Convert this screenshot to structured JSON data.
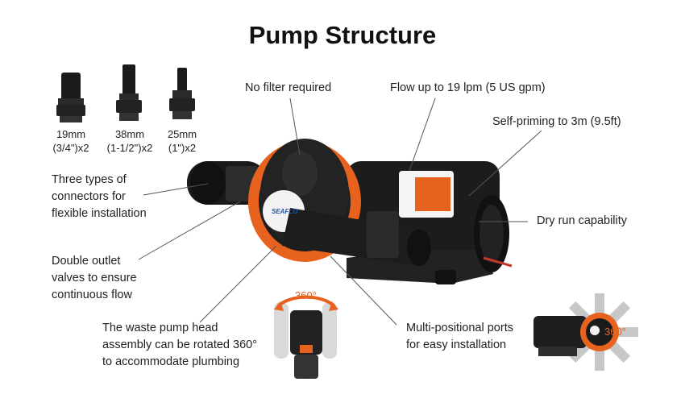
{
  "title": "Pump Structure",
  "connectors": [
    {
      "size": "19mm",
      "spec": "(3/4\")x2"
    },
    {
      "size": "38mm",
      "spec": "(1-1/2\")x2"
    },
    {
      "size": "25mm",
      "spec": "(1\")x2"
    }
  ],
  "callouts": {
    "no_filter": "No filter required",
    "flow": "Flow up to 19 lpm (5 US gpm)",
    "self_priming": "Self-priming to 3m (9.5ft)",
    "dry_run": "Dry run capability",
    "connector_types": [
      "Three types of",
      "connectors for",
      "flexible installation"
    ],
    "double_outlet": [
      "Double outlet",
      "valves to ensure",
      "continuous flow"
    ],
    "head_rotation": [
      "The waste pump head",
      "assembly can be rotated 360°",
      "to accommodate plumbing"
    ],
    "multi_ports": [
      "Multi-positional ports",
      "for easy installation"
    ]
  },
  "rotation_badge": "360°",
  "brand_logo": "SEAFLO",
  "colors": {
    "accent": "#e8621f",
    "body": "#1a1a1a",
    "text": "#222222"
  }
}
